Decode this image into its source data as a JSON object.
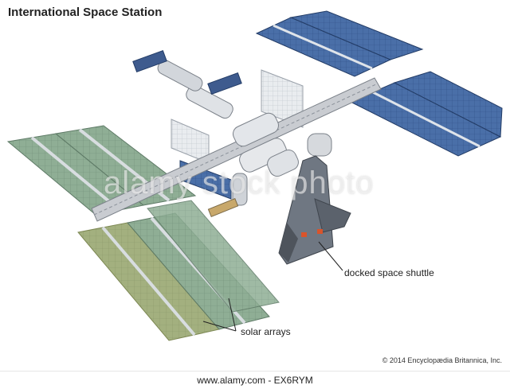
{
  "title": "International Space Station",
  "labels": {
    "shuttle": "docked space shuttle",
    "solar": "solar arrays"
  },
  "copyright": "© 2014 Encyclopædia Britannica, Inc.",
  "watermark": "alamy stock photo",
  "footer": "www.alamy.com - EX6RYM",
  "colors": {
    "left_array": "#8fae95",
    "right_array": "#4a6fa8",
    "truss": "#c9ccd1",
    "module": "#dfe2e6",
    "shuttle": "#6f7782"
  }
}
